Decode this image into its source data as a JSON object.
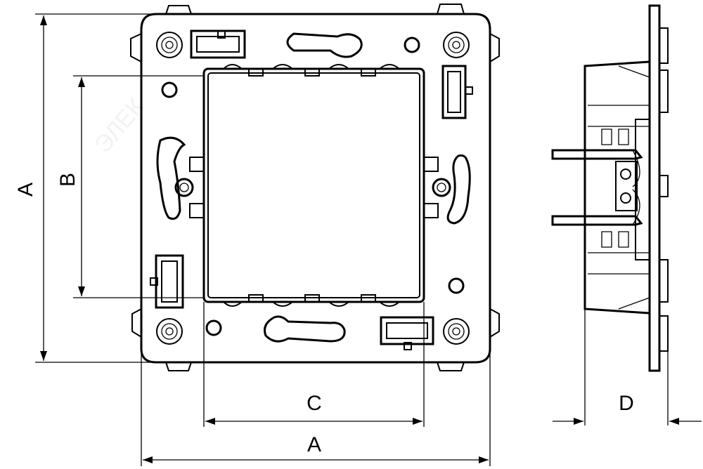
{
  "dimensions": {
    "outer_width_label": "A",
    "outer_height_label": "A",
    "inner_height_label": "B",
    "inner_width_label": "C",
    "depth_label": "D"
  }
}
